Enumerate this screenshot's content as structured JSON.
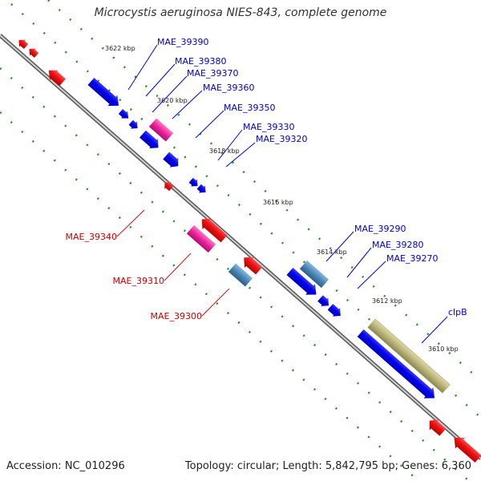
{
  "title": "Microcystis aeruginosa NIES-843, complete genome",
  "accession_text": "Accession: NC_010296",
  "topology_text": "Topology: circular; Length: 5,842,795 bp; Genes: 6,360",
  "colors": {
    "axis": "#888888",
    "dots": "#2e8b2e",
    "forward_gene": "#0000ee",
    "reverse_gene": "#ee1111",
    "magenta_gene": "#ee2299",
    "steel_gene": "#4a86b8",
    "clpb_gene": "#b8b478",
    "forward_label": "#0000cc",
    "reverse_label": "#cc0000"
  },
  "ticks": [
    "3622 kbp",
    "3620 kbp",
    "3618 kbp",
    "3616 kbp",
    "3614 kbp",
    "3612 kbp",
    "3610 kbp"
  ],
  "forward_labels": [
    "MAE_39390",
    "MAE_39380",
    "MAE_39370",
    "MAE_39360",
    "MAE_39350",
    "MAE_39330",
    "MAE_39320",
    "MAE_39290",
    "MAE_39280",
    "MAE_39270",
    "clpB"
  ],
  "reverse_labels": [
    "MAE_39340",
    "MAE_39310",
    "MAE_39300"
  ]
}
